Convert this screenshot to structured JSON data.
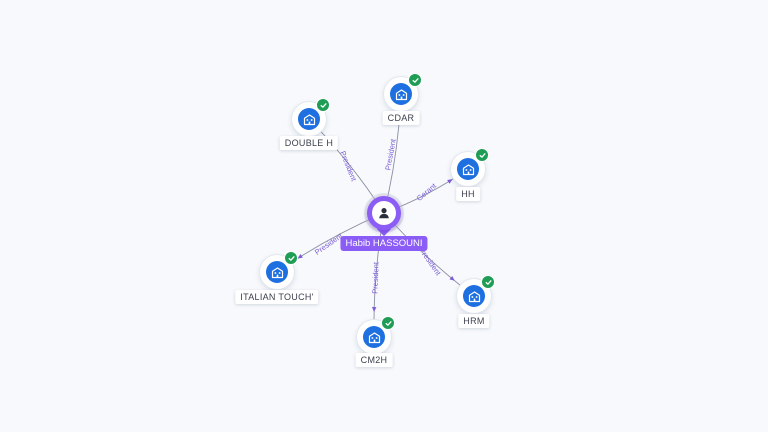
{
  "person": {
    "name": "Habib HASSOUNI",
    "icon": "person-icon"
  },
  "companies": [
    {
      "id": "double-h",
      "name": "DOUBLE H",
      "relation": "President",
      "icon": "company-building-icon",
      "verified": true
    },
    {
      "id": "cdar",
      "name": "CDAR",
      "relation": "President",
      "icon": "company-building-icon",
      "verified": true
    },
    {
      "id": "hh",
      "name": "HH",
      "relation": "Gerant",
      "icon": "company-building-icon",
      "verified": true
    },
    {
      "id": "hrm",
      "name": "HRM",
      "relation": "President",
      "icon": "company-building-icon",
      "verified": true
    },
    {
      "id": "cm2h",
      "name": "CM2H",
      "relation": "President",
      "icon": "company-building-icon",
      "verified": true
    },
    {
      "id": "italian-touch",
      "name": "ITALIAN TOUCH'",
      "relation": "President",
      "icon": "company-building-icon",
      "verified": true
    }
  ],
  "colors": {
    "person": "#8b5cf6",
    "company": "#1e6fe0",
    "verified_badge": "#1f9d55",
    "edge_label": "#7b5cd6",
    "edge": "#8a8fa3",
    "background": "#f7f9fc"
  }
}
